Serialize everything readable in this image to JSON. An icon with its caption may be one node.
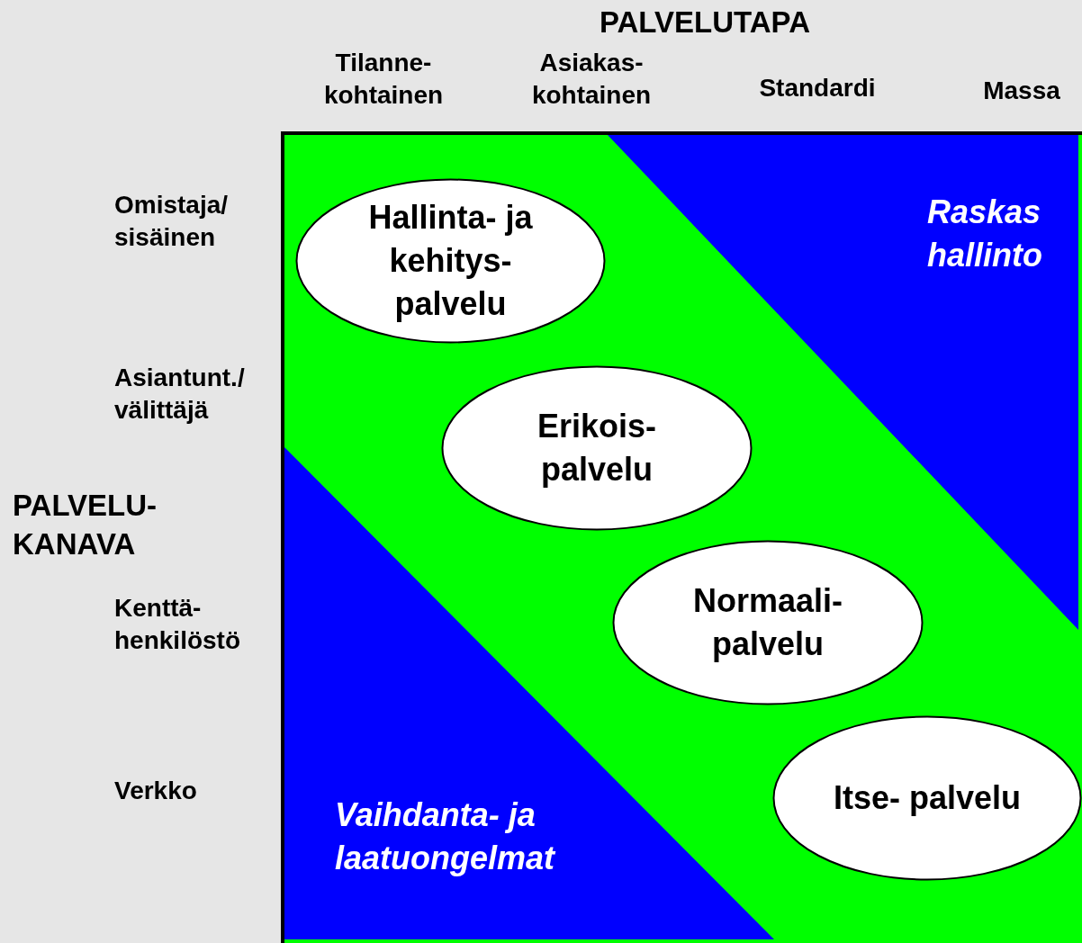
{
  "diagram": {
    "nodes": [
      {
        "text": [
          "Hallinta- ja kehitys- palvelu"
        ]
      },
      {
        "text": [
          "Raskas hallinto"
        ]
      },
      {
        "text": [
          "Erikois- palvelu"
        ]
      },
      {
        "text": [
          "Normaali- palvelu"
        ]
      },
      {
        "text": [
          "Itse- palvelu"
        ]
      },
      {
        "text": [
          "Vaihdanta- ja laatuongelmat"
        ]
      }
    ],
    "labels": [
      "PALVELUTAPA",
      "Tilanne- kohtainen",
      "Asiakas- kohtainen",
      "Standardi",
      "Massa",
      "Omistaja/ sisäinen",
      "Asiantunt./ välittäjä",
      "PALVELU- KANAVA",
      "Kenttä- henkilöstö",
      "Verkko"
    ]
  }
}
